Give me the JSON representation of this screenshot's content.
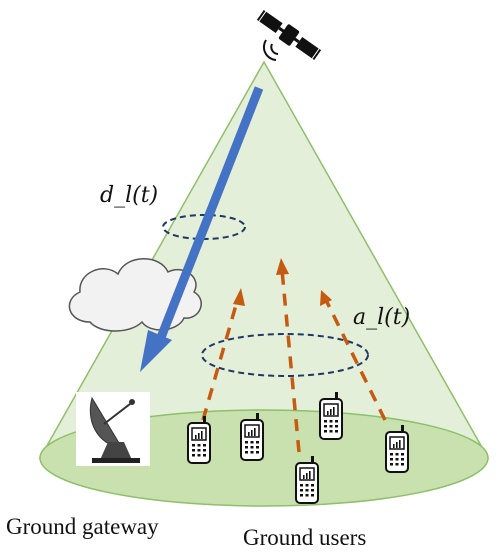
{
  "labels": {
    "downlink_rate": "d_l(t)",
    "arrival_rate": "a_l(t)",
    "gateway_caption": "Ground gateway",
    "users_caption": "Ground users"
  },
  "colors": {
    "cone_fill": "#e3efd8",
    "cone_stroke": "#8fbf6a",
    "ground_fill": "#c9e1ae",
    "downlink_arrow": "#4472c4",
    "uplink_arrows": "#c55a11",
    "ellipse_dashed": "#1f3864"
  },
  "icons": [
    "satellite-icon",
    "cloud-icon",
    "satellite-dish-icon",
    "mobile-phone-icon"
  ]
}
